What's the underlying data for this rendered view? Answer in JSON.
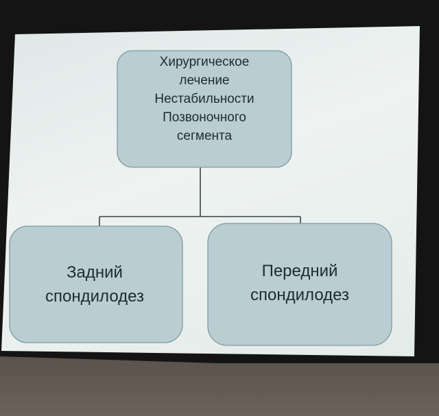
{
  "diagram": {
    "root": {
      "lines": [
        "Хирургическое",
        "лечение",
        "Нестабильности",
        "Позвоночного",
        "сегмента"
      ]
    },
    "children": [
      {
        "lines": [
          "Задний",
          "спондилодез"
        ]
      },
      {
        "lines": [
          "Передний",
          "спондилодез"
        ]
      }
    ]
  },
  "colors": {
    "node_fill": "#b9cdd2",
    "node_stroke": "#7f9aa2",
    "text": "#1f2a2c",
    "screen": "#e8efed"
  }
}
